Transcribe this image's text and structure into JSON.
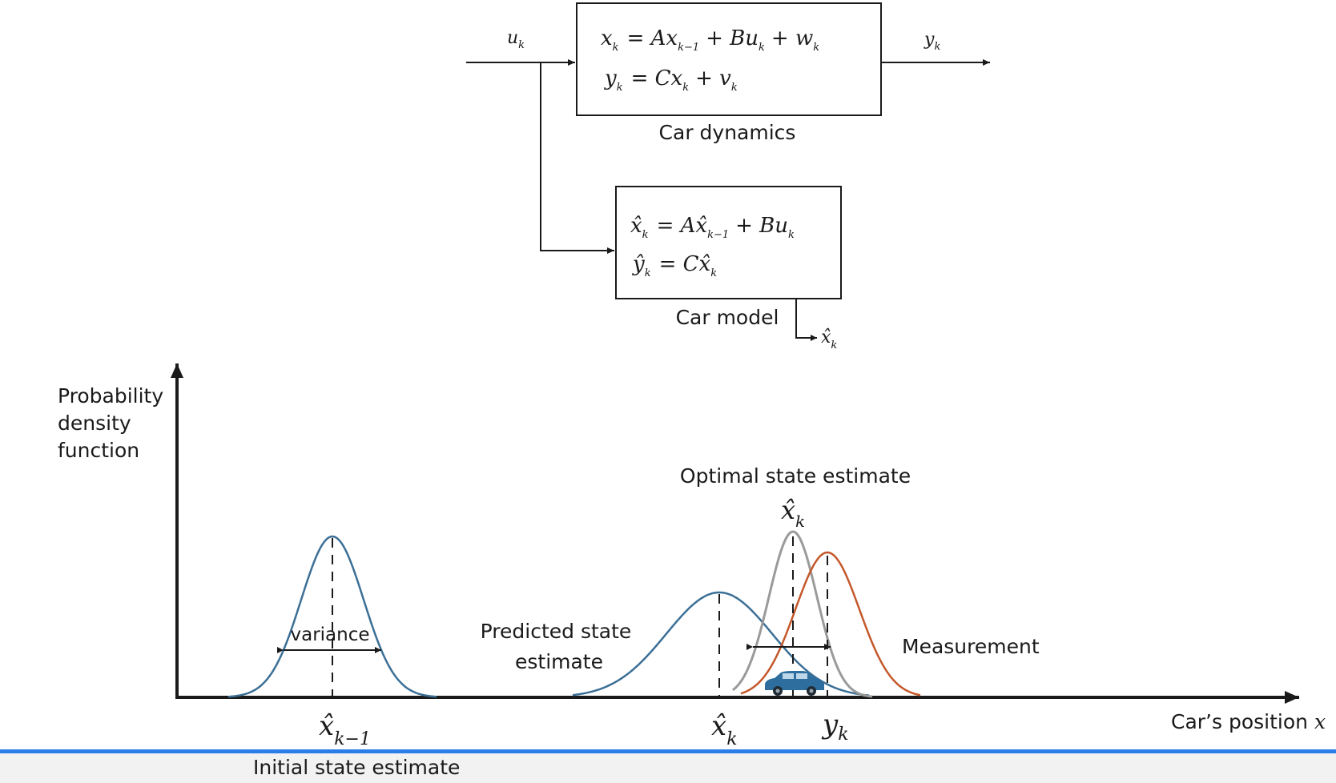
{
  "top_diagram": {
    "input_label": "u",
    "input_sub": "k",
    "output_label": "y",
    "output_sub": "k",
    "dynamics_caption": "Car dynamics",
    "model_caption": "Car model",
    "model_output_label": "x̂",
    "model_output_sub": "k",
    "dynamics_eq1": {
      "lhs": "x",
      "lhs_sub": "k",
      "rhs_a": "= Ax",
      "rhs_a_sub": "k−1",
      "rhs_b": "+ Bu",
      "rhs_b_sub": "k",
      "rhs_c": "+ w",
      "rhs_c_sub": "k"
    },
    "dynamics_eq2": {
      "lhs": "y",
      "lhs_sub": "k",
      "rhs_a": "= Cx",
      "rhs_a_sub": "k",
      "rhs_b": "+ v",
      "rhs_b_sub": "k"
    },
    "model_eq1": {
      "lhs": "x̂",
      "lhs_sub": "k",
      "rhs_a": "= Ax̂",
      "rhs_a_sub": "k−1",
      "rhs_b": "+ Bu",
      "rhs_b_sub": "k"
    },
    "model_eq2": {
      "lhs": "ŷ",
      "lhs_sub": "k",
      "rhs_a": "= Cx̂",
      "rhs_a_sub": "k"
    }
  },
  "plot": {
    "y_axis_label_lines": [
      "Probability",
      "density",
      "function"
    ],
    "x_axis_label": "Car’s position",
    "x_axis_var": "x",
    "variance_label": "variance",
    "predicted_label_lines": [
      "Predicted state",
      "estimate"
    ],
    "optimal_label": "Optimal state estimate",
    "measurement_label": "Measurement",
    "initial_label": "Initial state estimate",
    "tick_initial": {
      "main": "x̂",
      "sub": "k−1"
    },
    "tick_predicted": {
      "main": "x̂",
      "sub": "k"
    },
    "tick_measurement": {
      "main": "y",
      "sub": "k"
    },
    "optimal_symbol": {
      "main": "x̂",
      "sub": "k"
    },
    "colors": {
      "initial": "#3b6f96",
      "predicted": "#3b6f96",
      "optimal": "#9a9a9a",
      "measurement": "#c4582a",
      "car": "#2e6e9e"
    }
  },
  "ui": {
    "bottom_bar_accent": "#2b7de9"
  }
}
